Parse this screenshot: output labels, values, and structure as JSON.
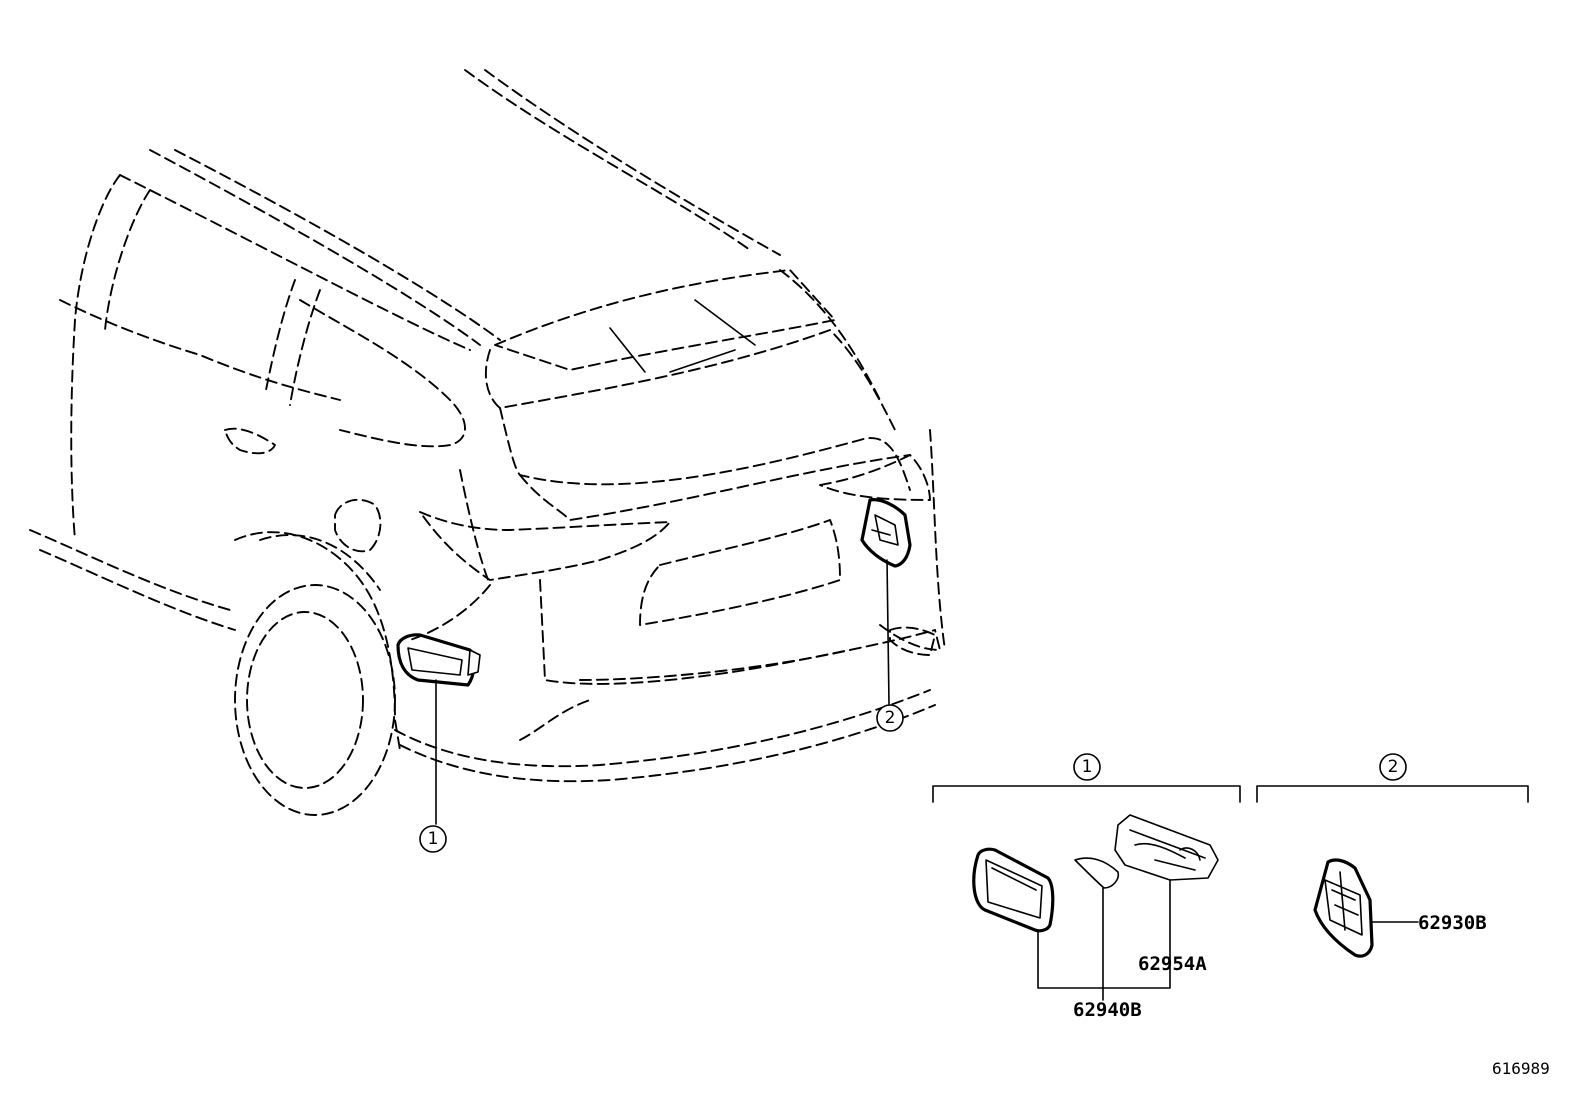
{
  "callouts": {
    "item1": "1",
    "item2": "2"
  },
  "groups": {
    "group1_label": "1",
    "group2_label": "2"
  },
  "part_numbers": {
    "p62954A": "62954A",
    "p62940B": "62940B",
    "p62930B": "62930B"
  },
  "diagram_code": "616989"
}
